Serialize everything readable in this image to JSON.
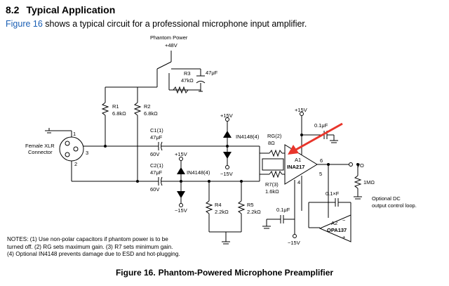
{
  "section": {
    "number": "8.2",
    "title": "Typical Application"
  },
  "intro": {
    "figure_link": "Figure 16",
    "text": " shows a typical circuit for a professional microphone input amplifier."
  },
  "schematic": {
    "phantom_power": "Phantom Power",
    "plus48v": "+48V",
    "r3_name": "R3",
    "r3_value": "47kΩ",
    "c_phantom": "47μF",
    "r1_name": "R1",
    "r1_value": "6.8kΩ",
    "r2_name": "R2",
    "r2_value": "6.8kΩ",
    "xlr_label_1": "Female XLR",
    "xlr_label_2": "Connector",
    "pin1": "1",
    "pin2": "2",
    "pin3": "3",
    "c1_name": "C1(1)",
    "c1_value": "47μF",
    "c1_voltage": "60V",
    "c2_name": "C2(1)",
    "c2_value": "47μF",
    "c2_voltage": "60V",
    "plus15v_top": "+15V",
    "minus15v_top": "−15V",
    "plus15v_mid": "+15V",
    "minus15v_bottom": "−15V",
    "diode_top_label": "IN4148(4)",
    "diode_mid_label": "IN4148(4)",
    "rg_name": "RG(2)",
    "rg_value": "8Ω",
    "r7_name": "R7(3)",
    "r7_value": "1.6kΩ",
    "a1_name": "A1",
    "a1_part": "INA217",
    "pin6": "6",
    "pin4": "4",
    "pin5": "5",
    "plus15v_right": "+15V",
    "c_top": "0.1μF",
    "vout": "VO",
    "r_1m": "1MΩ",
    "r4_name": "R4",
    "r4_value": "2.2kΩ",
    "r5_name": "R5",
    "r5_value": "2.2kΩ",
    "c_bottom": "0.1μF",
    "minus15v_right": "−15V",
    "c_feedback": "0.1×F",
    "dc_loop_1": "Optional DC",
    "dc_loop_2": "output control loop.",
    "a2_name": "A2",
    "a2_part": "OPA137",
    "minus_sign": "−",
    "plus_sign": "+"
  },
  "notes": {
    "line1": "NOTES: (1) Use non-polar capacitors if phantom power is to be",
    "line2": "turned off. (2) RG sets maximum gain. (3) R7 sets minimum gain.",
    "line3": "(4) Optional IN4148 prevents damage due to ESD and hot-plugging."
  },
  "caption": {
    "number": "Figure 16.",
    "title": "Phantom-Powered Microphone Preamplifier"
  },
  "colors": {
    "link": "#1a5fb4",
    "arrow": "#e8352b"
  }
}
